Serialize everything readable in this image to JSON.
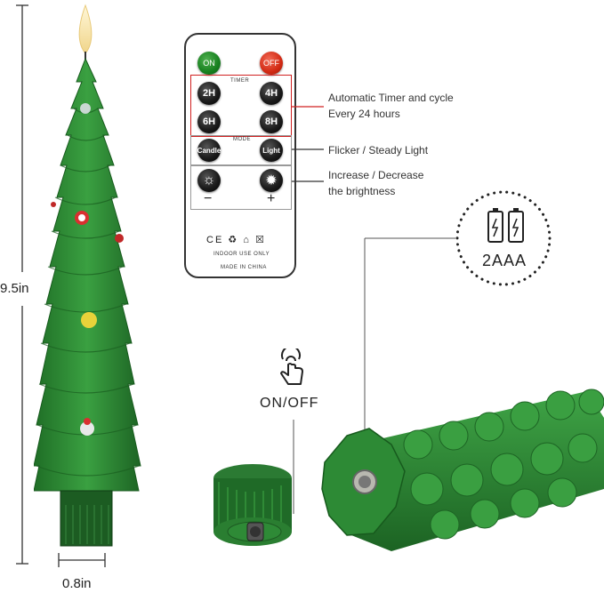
{
  "dimensions": {
    "height": "9.5in",
    "width": "0.8in"
  },
  "remote": {
    "on": "ON",
    "off": "OFF",
    "timer_label": "TIMER",
    "timer_buttons": [
      "2H",
      "4H",
      "6H",
      "8H"
    ],
    "mode_label": "MODE",
    "mode_buttons": [
      "Candle",
      "Light"
    ],
    "minus": "−",
    "plus": "+",
    "cert_marks": "CE ♻ ⌂ ☒",
    "indoor": "INDOOR USE ONLY",
    "made_in": "MADE IN CHINA"
  },
  "callouts": {
    "timer_line1": "Automatic Timer and cycle",
    "timer_line2": "Every 24 hours",
    "mode": "Flicker / Steady Light",
    "brightness_line1": "Increase / Decrease",
    "brightness_line2": "the brightness"
  },
  "battery": {
    "label": "2AAA"
  },
  "switch": {
    "label": "ON/OFF"
  },
  "colors": {
    "tree_green": "#2f8a35",
    "highlight_red": "#d02020",
    "on_green": "#17801f",
    "off_red": "#d22a14"
  }
}
